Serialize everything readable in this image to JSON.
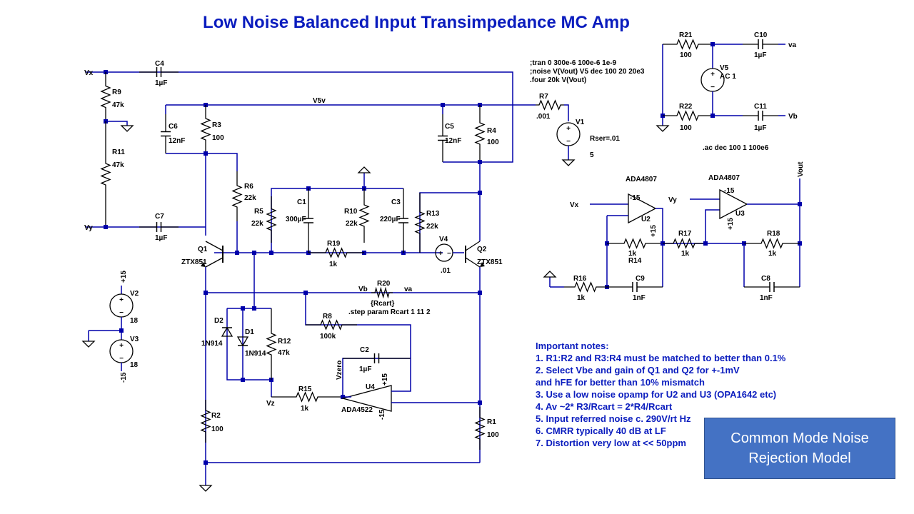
{
  "title": "Low Noise Balanced Input Transimpedance MC Amp",
  "spice": [
    ";tran 0 300e-6 100e-6 1e-9",
    ";noise V(Vout) V5 dec 100 20 20e3",
    ".four 20k V(Vout)"
  ],
  "ac_directive": ".ac dec 100 1 100e6",
  "step_directive": ".step param Rcart 1 11 2",
  "colors": {
    "wire": "#0000aa",
    "node": "#0000aa",
    "title": "#0a1cbe",
    "notes": "#0a1cbe",
    "callout_bg": "#4472c4",
    "callout_text": "#ffffff"
  },
  "net_labels": {
    "vx": "Vx",
    "vy": "Vy",
    "v5v": "V5v",
    "va": "va",
    "vb": "Vb",
    "vz": "Vz",
    "vzero": "Vzero",
    "vout": "Vout",
    "vb_r20": "Vb",
    "va_r20": "va"
  },
  "components": [
    {
      "ref": "C4",
      "value": "1µF"
    },
    {
      "ref": "R9",
      "value": "47k"
    },
    {
      "ref": "R11",
      "value": "47k"
    },
    {
      "ref": "C7",
      "value": "1µF"
    },
    {
      "ref": "C6",
      "value": "12nF"
    },
    {
      "ref": "R3",
      "value": "100"
    },
    {
      "ref": "R6",
      "value": "22k"
    },
    {
      "ref": "R5",
      "value": "22k"
    },
    {
      "ref": "C1",
      "value": "300µF"
    },
    {
      "ref": "R10",
      "value": "22k"
    },
    {
      "ref": "C3",
      "value": "220µF"
    },
    {
      "ref": "R13",
      "value": "22k"
    },
    {
      "ref": "R19",
      "value": "1k"
    },
    {
      "ref": "V4",
      "value": ".01"
    },
    {
      "ref": "C5",
      "value": "12nF"
    },
    {
      "ref": "R4",
      "value": "100"
    },
    {
      "ref": "R7",
      "value": ".001"
    },
    {
      "ref": "V1",
      "value": "5"
    },
    {
      "ref": "Q1",
      "value": "ZTX851"
    },
    {
      "ref": "Q2",
      "value": "ZTX851"
    },
    {
      "ref": "V2",
      "value": "18"
    },
    {
      "ref": "V3",
      "value": "18"
    },
    {
      "ref": "D2",
      "value": "1N914"
    },
    {
      "ref": "D1",
      "value": "1N914"
    },
    {
      "ref": "R12",
      "value": "47k"
    },
    {
      "ref": "R20",
      "value": "{Rcart}"
    },
    {
      "ref": "R8",
      "value": "100k"
    },
    {
      "ref": "C2",
      "value": "1µF"
    },
    {
      "ref": "R15",
      "value": "1k"
    },
    {
      "ref": "U4",
      "value": "ADA4522"
    },
    {
      "ref": "R2",
      "value": "100"
    },
    {
      "ref": "R1",
      "value": "100"
    },
    {
      "ref": "R21",
      "value": "100"
    },
    {
      "ref": "R22",
      "value": "100"
    },
    {
      "ref": "C10",
      "value": "1µF"
    },
    {
      "ref": "C11",
      "value": "1µF"
    },
    {
      "ref": "V5",
      "value": "AC 1"
    },
    {
      "ref": "U2",
      "value": "ADA4807"
    },
    {
      "ref": "U3",
      "value": "ADA4807"
    },
    {
      "ref": "R14",
      "value": "1k"
    },
    {
      "ref": "R17",
      "value": "1k"
    },
    {
      "ref": "R18",
      "value": "1k"
    },
    {
      "ref": "R16",
      "value": "1k"
    },
    {
      "ref": "C9",
      "value": "1nF"
    },
    {
      "ref": "C8",
      "value": "1nF"
    }
  ],
  "misc_labels": {
    "v1_rser": "Rser=.01",
    "v2_plus": "+15",
    "v3_minus": "-15",
    "u2_neg": "-15",
    "u2_pos": "+15",
    "u3_neg": "-15",
    "u3_pos": "+15",
    "u4_pos": "+15",
    "u4_neg": "-15"
  },
  "notes": {
    "heading": "Important notes:",
    "lines": [
      "1. R1:R2 and R3:R4 must be matched to better than 0.1%",
      "2. Select Vbe and gain of Q1 and Q2 for +-1mV",
      "and hFE for better than 10% mismatch",
      "3. Use a low noise opamp for U2 and U3 (OPA1642 etc)",
      "4. Av ~2* R3/Rcart = 2*R4/Rcart",
      "5. Input referred noise c. 290V/rt Hz",
      "6. CMRR typically 40 dB at LF",
      "7. Distortion very low at << 50ppm"
    ]
  },
  "callout": {
    "line1": "Common Mode Noise",
    "line2": "Rejection Model"
  }
}
